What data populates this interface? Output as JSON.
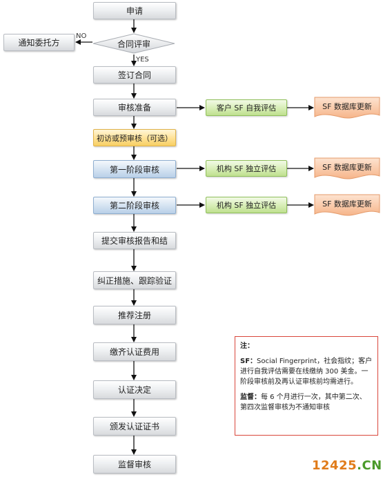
{
  "main_flow": {
    "apply": "申请",
    "contract_review": "合同评审",
    "sign": "签订合同",
    "prep": "审核准备",
    "initial": "初访或预审核（可选）",
    "stage1": "第一阶段审核",
    "stage2": "第二阶段审核",
    "report": "提交审核报告和结",
    "corrective": "纠正措施、跟踪验证",
    "recommend": "推荐注册",
    "fees": "缴齐认证费用",
    "decision": "认证决定",
    "issue": "颁发认证证书",
    "surveillance": "监督审核"
  },
  "branch": {
    "no_label": "NO",
    "yes_label": "YES",
    "notify": "通知委托方"
  },
  "side": {
    "client_eval": "客户 SF 自我评估",
    "org_eval_1": "机构 SF 独立评估",
    "org_eval_2": "机构 SF 独立评估",
    "db_update_1": "SF 数据库更新",
    "db_update_2": "SF 数据库更新",
    "db_update_3": "SF 数据库更新"
  },
  "note": {
    "title": "注：",
    "sf_term": "SF：",
    "sf_text": "Social Fingerprint，社会指纹；客户进行自我评估需要在线缴纳 300 美金。一阶段审核前及再认证审核前均需进行。",
    "surv_term": "监督：",
    "surv_text": "每 6 个月进行一次，其中第二次、第四次监督审核为不通知审核"
  },
  "watermark": {
    "number": "12425",
    "suffix": ".CN"
  },
  "colors": {
    "grey_box": "#e6e8eb",
    "blue_box": "#c9dbee",
    "yellow_box": "#ffe08a",
    "green_box": "#d3ecb0",
    "orange_doc": "#f9c9a8",
    "note_border": "#d9453a",
    "watermark_orange": "#e07b1a",
    "watermark_green": "#4a9a2a"
  }
}
